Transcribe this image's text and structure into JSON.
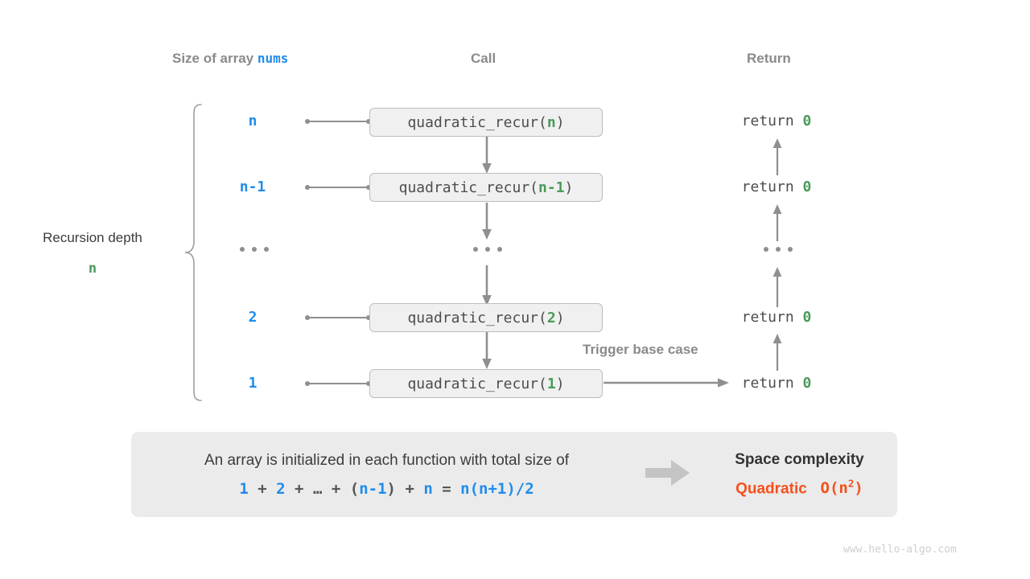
{
  "headers": {
    "size": "Size of array",
    "size_var": "nums",
    "call": "Call",
    "return": "Return"
  },
  "depth": {
    "title": "Recursion depth",
    "value": "n"
  },
  "rows": [
    {
      "size": "n",
      "call_name": "quadratic_recur",
      "call_arg": "n",
      "return": "return",
      "return_value": "0"
    },
    {
      "size": "n-1",
      "call_name": "quadratic_recur",
      "call_arg": "n-1",
      "return": "return",
      "return_value": "0"
    },
    {
      "size": "...",
      "call_name": "...",
      "call_arg": "",
      "return": "...",
      "return_value": ""
    },
    {
      "size": "2",
      "call_name": "quadratic_recur",
      "call_arg": "2",
      "return": "return",
      "return_value": "0"
    },
    {
      "size": "1",
      "call_name": "quadratic_recur",
      "call_arg": "1",
      "return": "return",
      "return_value": "0"
    }
  ],
  "trigger_label": "Trigger base case",
  "summary": {
    "text": "An array is initialized in each function with total size of",
    "formula": {
      "t1": "1",
      "op1": "+",
      "t2": "2",
      "op2": "+",
      "ellipsis": "…",
      "op3": "+",
      "lparen": "(",
      "t3": "n-1",
      "rparen": ")",
      "op4": "+",
      "t4": "n",
      "eq": "=",
      "result": "n(n+1)/2"
    },
    "complexity_title": "Space complexity",
    "complexity_name": "Quadratic",
    "complexity_big_o": "O(n",
    "complexity_exp": "2",
    "complexity_close": ")"
  },
  "watermark": "www.hello-algo.com",
  "colors": {
    "blue": "#1f8ceb",
    "green": "#4a9a5a",
    "orange": "#f4511e",
    "gray_text": "#8a8a8a",
    "box_fill": "#f0f0f0",
    "panel_fill": "#ebebeb",
    "stroke": "#8f8f8f"
  }
}
